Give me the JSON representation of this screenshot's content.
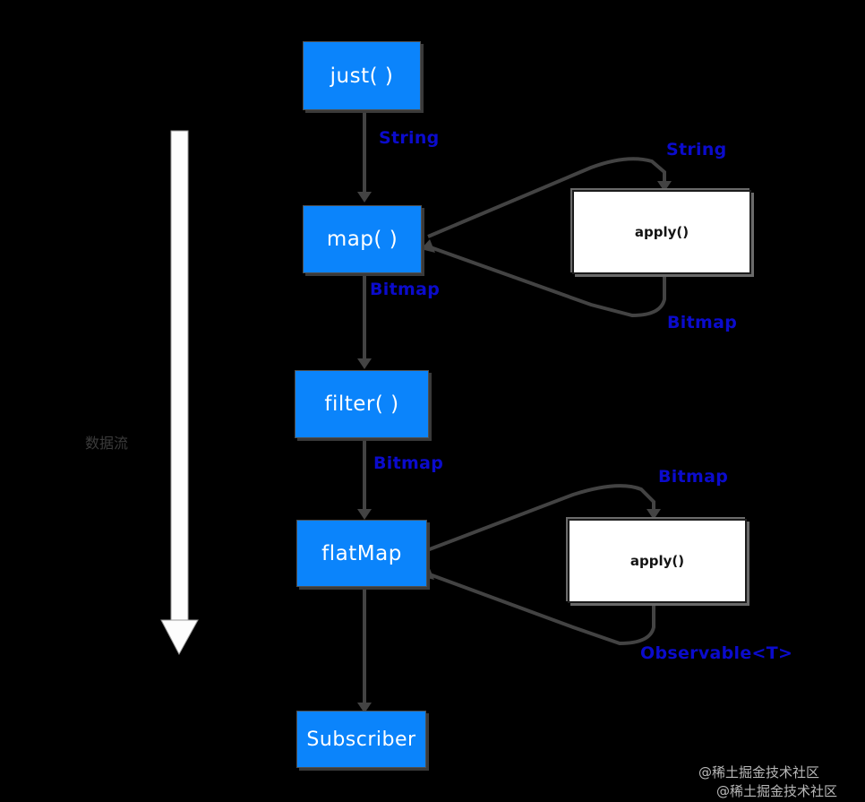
{
  "diagram": {
    "title": "RxJava operator chain data flow",
    "colors": {
      "background": "#000000",
      "operator_box": "#0b84fb",
      "operator_text": "#ffffff",
      "apply_box": "#ffffff",
      "apply_text": "#141414",
      "type_label": "#0b0bcc",
      "flow_arrow": "#ffffff",
      "flow_label": "#3b3b3b",
      "connector": "#3f3f3f",
      "watermark": "#d8d8d8"
    },
    "operators": [
      {
        "id": "just",
        "label": "just( )"
      },
      {
        "id": "map",
        "label": "map( )"
      },
      {
        "id": "filter",
        "label": "filter( )"
      },
      {
        "id": "flatmap",
        "label": "flatMap"
      },
      {
        "id": "subscriber",
        "label": "Subscriber"
      }
    ],
    "apply_boxes": [
      {
        "id": "apply-map",
        "label": "apply()"
      },
      {
        "id": "apply-flatmap",
        "label": "apply()"
      }
    ],
    "type_labels": [
      {
        "id": "just-to-map",
        "text": "String"
      },
      {
        "id": "map-in",
        "text": "String"
      },
      {
        "id": "map-out",
        "text": "Bitmap"
      },
      {
        "id": "map-to-filter",
        "text": "Bitmap"
      },
      {
        "id": "filter-to-flatmap",
        "text": "Bitmap"
      },
      {
        "id": "flatmap-in",
        "text": "Bitmap"
      },
      {
        "id": "flatmap-out",
        "text": "Observable<T>"
      }
    ],
    "flow": {
      "label": "数据流",
      "direction": "down"
    },
    "watermark": {
      "line1": "@稀土掘金技术社区",
      "line2": "@稀土掘金技术社区"
    }
  }
}
